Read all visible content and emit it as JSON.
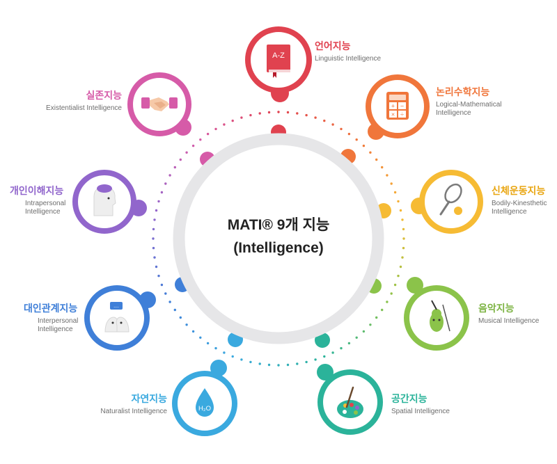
{
  "center": {
    "line1": "MATI® 9개 지능",
    "line2": "(Intelligence)"
  },
  "nodes": [
    {
      "key": "linguistic",
      "ko": "언어지능",
      "en": "Linguistic Intelligence",
      "color": "#e0424f",
      "icon": "book-icon",
      "icon_text": "A-Z"
    },
    {
      "key": "logical",
      "ko": "논리수학지능",
      "en": "Logical-Mathematical Intelligence",
      "color": "#f0763b",
      "icon": "calculator-icon"
    },
    {
      "key": "bodily",
      "ko": "신체운동지능",
      "en": "Bodily-Kinesthetic Intelligence",
      "color": "#f6bb34",
      "icon": "tennis-icon"
    },
    {
      "key": "musical",
      "ko": "음악지능",
      "en": "Musical Intelligence",
      "color": "#8bc34a",
      "icon": "violin-icon"
    },
    {
      "key": "spatial",
      "ko": "공간지능",
      "en": "Spatial Intelligence",
      "color": "#2bb39a",
      "icon": "palette-icon"
    },
    {
      "key": "naturalist",
      "ko": "자연지능",
      "en": "Naturalist Intelligence",
      "color": "#3aa9df",
      "icon": "water-drop-icon",
      "icon_text": "H₂O"
    },
    {
      "key": "interpersonal",
      "ko": "대인관계지능",
      "en": "Interpersonal Intelligence",
      "color": "#3f7fd8",
      "icon": "conversation-icon"
    },
    {
      "key": "intrapersonal",
      "ko": "개인이해지능",
      "en": "Intrapersonal Intelligence",
      "color": "#9166cc",
      "icon": "head-icon"
    },
    {
      "key": "existentialist",
      "ko": "실존지능",
      "en": "Existentialist Intelligence",
      "color": "#d65ba8",
      "icon": "handshake-icon"
    }
  ]
}
